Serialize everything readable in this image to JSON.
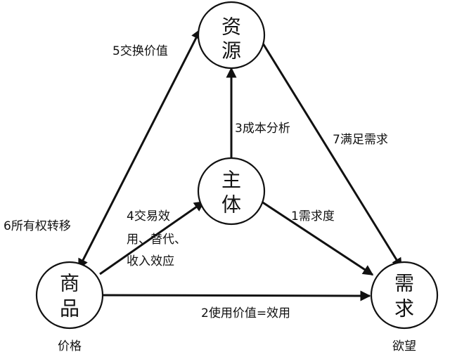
{
  "nodes": {
    "resource": {
      "line1": "资",
      "line2": "源"
    },
    "subject": {
      "line1": "主",
      "line2": "体"
    },
    "goods": {
      "line1": "商",
      "line2": "品",
      "sublabel": "价格"
    },
    "demand": {
      "line1": "需",
      "line2": "求",
      "sublabel": "欲望"
    }
  },
  "edges": {
    "demand_degree": "1需求度",
    "use_value": "2使用价值=效用",
    "cost_analysis": "3成本分析",
    "exchange_utility": [
      "4交易效",
      "用、替代、",
      "收入效应"
    ],
    "exchange_value": "5交换价值",
    "ownership_transfer": "6所有权转移",
    "satisfy_demand": "7满足需求"
  }
}
